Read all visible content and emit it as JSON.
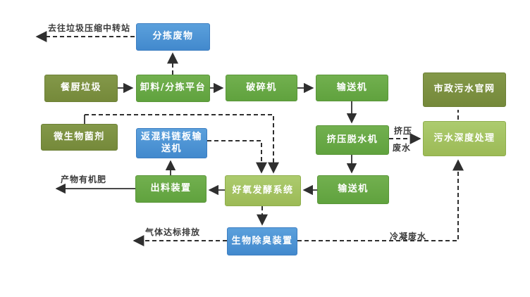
{
  "colors": {
    "box_olive": "#75893A",
    "box_green": "#60A23E",
    "box_light_green": "#9CBA56",
    "box_blue": "#4289CD",
    "box_text": "#FFFFFF",
    "connector": "#2F2F2F",
    "label_text": "#3B3B3B",
    "background": "#FFFFFF"
  },
  "boxes": [
    {
      "id": "sorted-waste",
      "label": "分拣废物",
      "color": "blue"
    },
    {
      "id": "food-waste",
      "label": "餐厨垃圾",
      "color": "olive"
    },
    {
      "id": "unloading-sorting-platform",
      "label": "卸料/分拣平台",
      "color": "green"
    },
    {
      "id": "crusher",
      "label": "破碎机",
      "color": "green"
    },
    {
      "id": "conveyor-1",
      "label": "输送机",
      "color": "green"
    },
    {
      "id": "municipal-sewage-network",
      "label": "市政污水官网",
      "color": "olive"
    },
    {
      "id": "squeeze-dewatering-machine",
      "label": "挤压脱水机",
      "color": "green"
    },
    {
      "id": "sewage-advanced-treatment",
      "label": "污水深度处理",
      "color": "light"
    },
    {
      "id": "microbial-agent",
      "label": "微生物菌剂",
      "color": "olive"
    },
    {
      "id": "return-mix-chain-conveyor",
      "label": "返混料链板输送机",
      "color": "blue"
    },
    {
      "id": "discharge-device",
      "label": "出料装置",
      "color": "green"
    },
    {
      "id": "aerobic-fermentation-system",
      "label": "好氧发酵系统",
      "color": "light"
    },
    {
      "id": "conveyor-2",
      "label": "输送机",
      "color": "green"
    },
    {
      "id": "bio-deodorization-device",
      "label": "生物除臭装置",
      "color": "blue"
    }
  ],
  "flow_labels": [
    {
      "id": "to-transfer-station",
      "text": "去往垃圾压缩中转站"
    },
    {
      "id": "organic-fertilizer",
      "text": "产物有机肥"
    },
    {
      "id": "squeeze",
      "text": "挤压"
    },
    {
      "id": "wastewater",
      "text": "废水"
    },
    {
      "id": "gas-standard-emission",
      "text": "气体达标排放"
    },
    {
      "id": "condensed-wastewater",
      "text": "冷凝废水"
    }
  ]
}
